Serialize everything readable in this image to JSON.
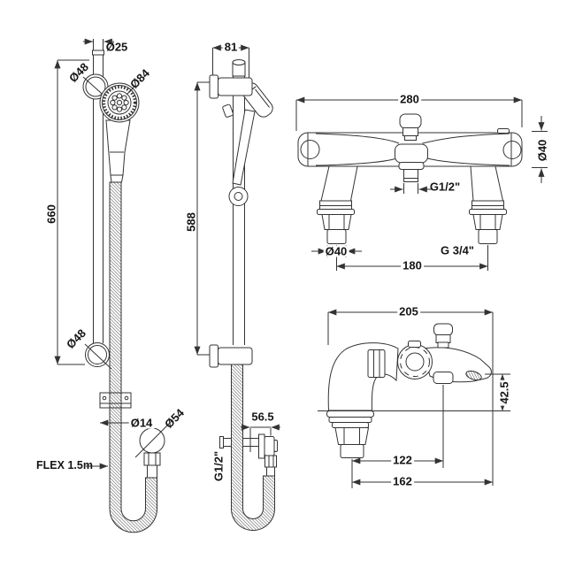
{
  "document": {
    "kind": "technical-drawing",
    "product": "shower rail kit with bath shower mixer"
  },
  "colors": {
    "line": "#333333",
    "text": "#151515",
    "background": "#ffffff"
  },
  "views": {
    "rail_front": {
      "labels": {
        "rail_dia": "Ø25",
        "bracket_dia_top": "Ø48",
        "handset_dia": "Ø84",
        "rail_height": "660",
        "bracket_dia_bottom": "Ø48",
        "hose_dia": "Ø14",
        "outlet_dia": "Ø54",
        "hose_length": "FLEX 1.5m"
      }
    },
    "rail_side": {
      "labels": {
        "bracket_depth": "81",
        "fixing_centres": "588",
        "outlet_depth": "56.5",
        "outlet_thread": "G1/2\""
      }
    },
    "mixer_front": {
      "labels": {
        "body_width": "280",
        "body_dia": "Ø40",
        "shower_outlet_thread": "G1/2\"",
        "tail_dia": "Ø40",
        "inlet_thread": "G 3/4\"",
        "inlet_centres": "180"
      }
    },
    "mixer_side": {
      "labels": {
        "body_depth": "205",
        "spout_height": "42.5",
        "outlet_projection": "122",
        "spout_reach": "162"
      }
    }
  }
}
